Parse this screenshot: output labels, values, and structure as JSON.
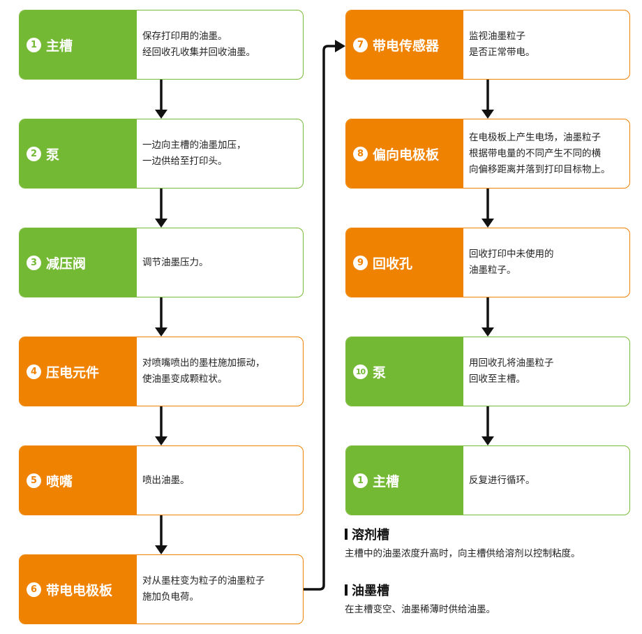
{
  "colors": {
    "green": "#74b934",
    "orange": "#ef8200",
    "arrow": "#111111"
  },
  "steps": [
    {
      "num": "1",
      "title": "主槽",
      "color": "green",
      "lines": [
        "保存打印用的油墨。",
        "经回收孔收集并回收油墨。"
      ]
    },
    {
      "num": "2",
      "title": "泵",
      "color": "green",
      "lines": [
        "一边向主槽的油墨加压，",
        "一边供给至打印头。"
      ]
    },
    {
      "num": "3",
      "title": "减压阀",
      "color": "green",
      "lines": [
        "调节油墨压力。"
      ]
    },
    {
      "num": "4",
      "title": "压电元件",
      "color": "orange",
      "lines": [
        "对喷嘴喷出的墨柱施加振动，",
        "使油墨变成颗粒状。"
      ]
    },
    {
      "num": "5",
      "title": "喷嘴",
      "color": "orange",
      "lines": [
        "喷出油墨。"
      ]
    },
    {
      "num": "6",
      "title": "带电电极板",
      "color": "orange",
      "lines": [
        "对从墨柱变为粒子的油墨粒子",
        "施加负电荷。"
      ]
    },
    {
      "num": "7",
      "title": "带电传感器",
      "color": "orange",
      "lines": [
        "监视油墨粒子",
        "是否正常带电。"
      ]
    },
    {
      "num": "8",
      "title": "偏向电极板",
      "color": "orange",
      "lines": [
        "在电极板上产生电场，油墨粒子",
        "根据带电量的不同产生不同的横",
        "向偏移距离并落到打印目标物上。"
      ]
    },
    {
      "num": "9",
      "title": "回收孔",
      "color": "orange",
      "lines": [
        "回收打印中未使用的",
        "油墨粒子。"
      ]
    },
    {
      "num": "10",
      "title": "泵",
      "color": "green",
      "lines": [
        "用回收孔将油墨粒子",
        "回收至主槽。"
      ]
    },
    {
      "num": "1",
      "title": "主槽",
      "color": "green",
      "lines": [
        "反复进行循环。"
      ]
    }
  ],
  "notes": [
    {
      "title": "溶剂槽",
      "text": "主槽中的油墨浓度升高时，向主槽供给溶剂以控制粘度。"
    },
    {
      "title": "油墨槽",
      "text": "在主槽变空、油墨稀薄时供给油墨。"
    }
  ]
}
